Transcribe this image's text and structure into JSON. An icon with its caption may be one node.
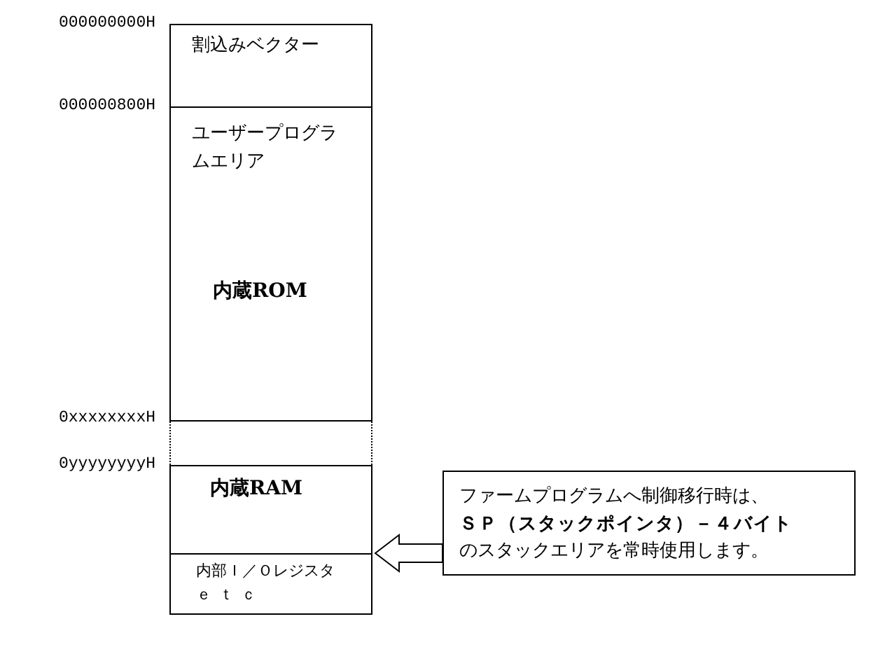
{
  "diagram": {
    "nodes": [
      {
        "text": [
          "割込みベクター"
        ]
      },
      {
        "text": [
          "ユーザープログラムエリア",
          "内蔵ROM"
        ]
      },
      {
        "text": [
          "内蔵RAM"
        ]
      },
      {
        "text": [
          "内部Ｉ／Ｏレジスタ",
          "ｅｔｃ"
        ]
      },
      {
        "text": [
          "ファームプログラムへ制御移行時は、**ＳＰ（スタックポインタ）－４バイト**のスタックエリアを常時使用します。"
        ]
      }
    ],
    "edges": [
      {
        "from": 4,
        "to": 2,
        "arrow": "to",
        "style": "thick"
      }
    ],
    "labels": [
      "000000000H",
      "000000800H",
      "0xxxxxxxxH",
      "0yyyyyyyyH"
    ]
  }
}
